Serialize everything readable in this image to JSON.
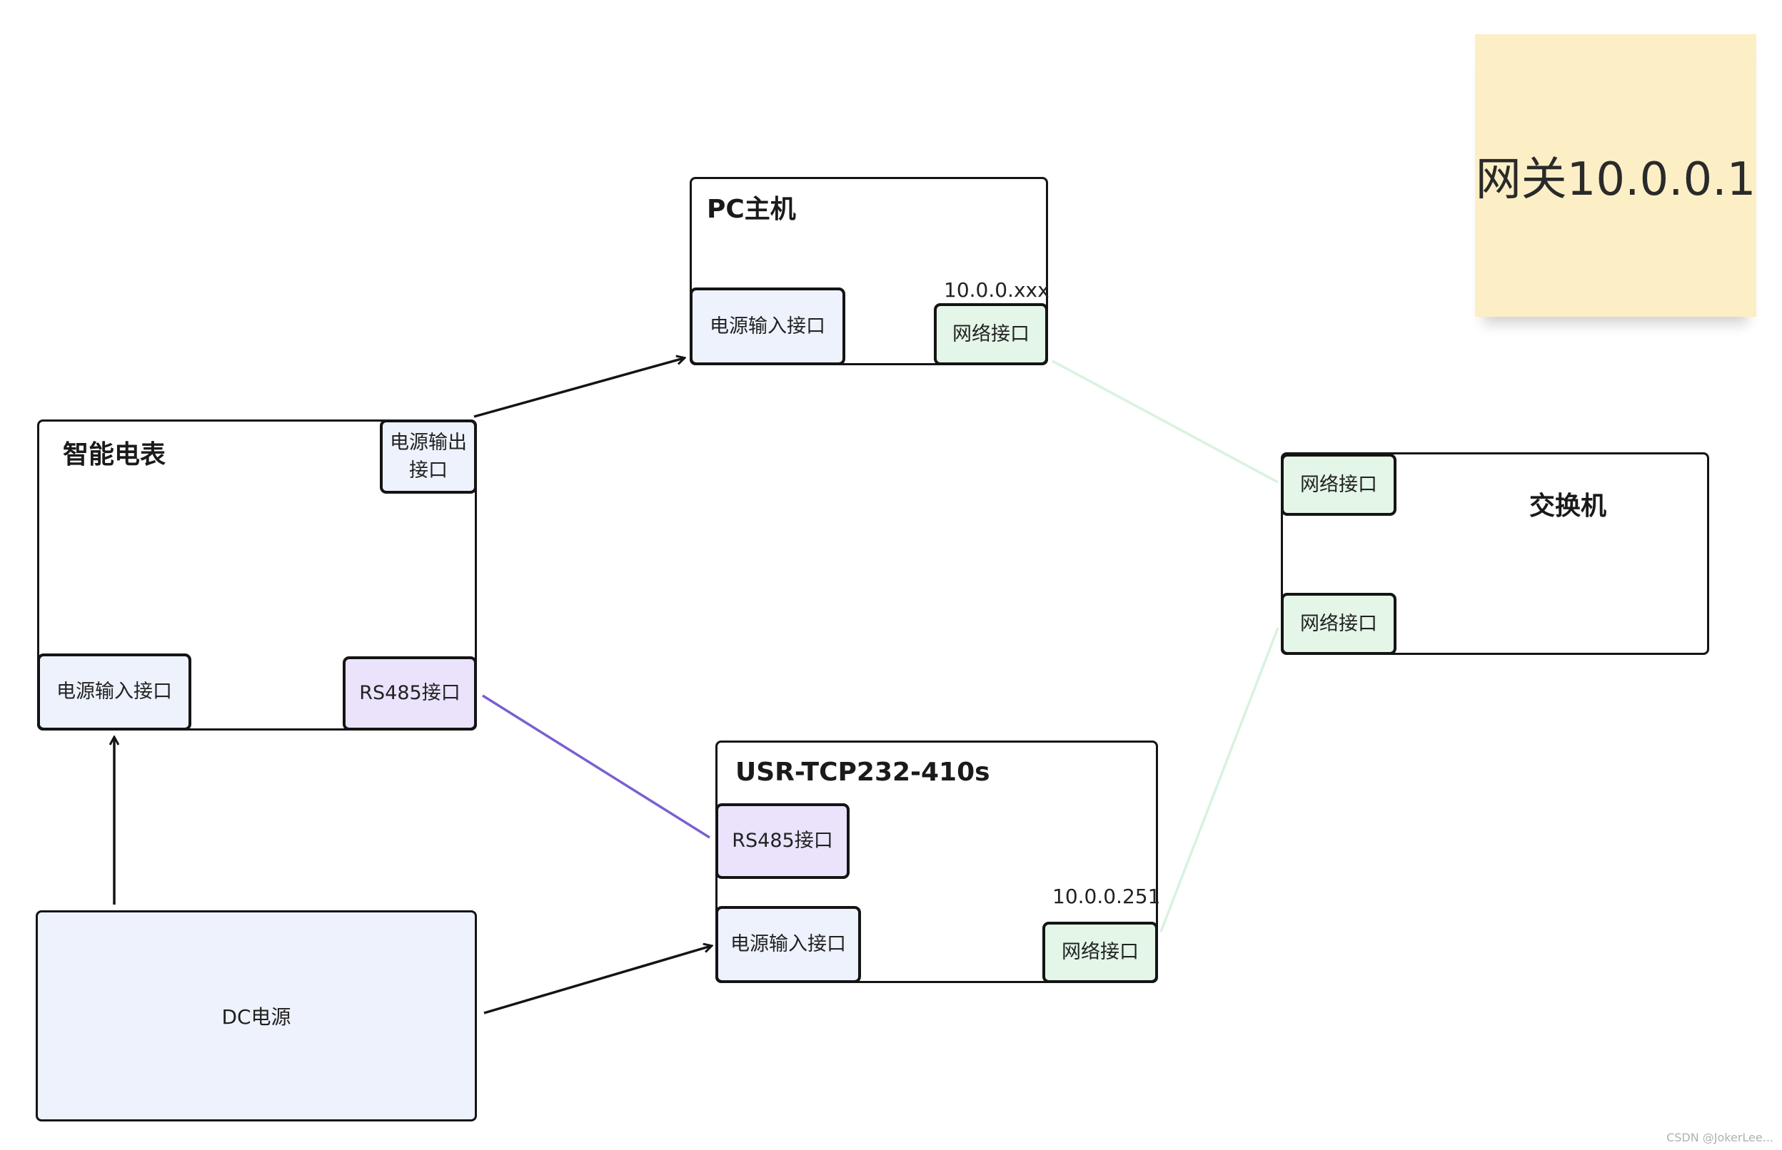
{
  "gateway_note": {
    "text": "网关10.0.0.1",
    "color": "#fcefc6"
  },
  "nodes": {
    "meter": {
      "title": "智能电表",
      "power_out": "电源输出接口",
      "power_in": "电源输入接口",
      "rs485": "RS485接口"
    },
    "pc": {
      "title": "PC主机",
      "ip": "10.0.0.xxx",
      "power_in": "电源输入接口",
      "net": "网络接口"
    },
    "switch": {
      "title": "交换机",
      "net_top": "网络接口",
      "net_bottom": "网络接口"
    },
    "usr": {
      "title": "USR-TCP232-410s",
      "ip": "10.0.0.251",
      "rs485": "RS485接口",
      "power_in": "电源输入接口",
      "net": "网络接口"
    },
    "dc": {
      "label": "DC电源"
    }
  },
  "colors": {
    "power_port": "#eef2fc",
    "network_port": "#e3f6e7",
    "rs485_port": "#ebe3fb",
    "rs485_link": "#7b5fd0",
    "network_link": "#d9f2df",
    "border": "#141414"
  },
  "credit": "CSDN @JokerLee..."
}
